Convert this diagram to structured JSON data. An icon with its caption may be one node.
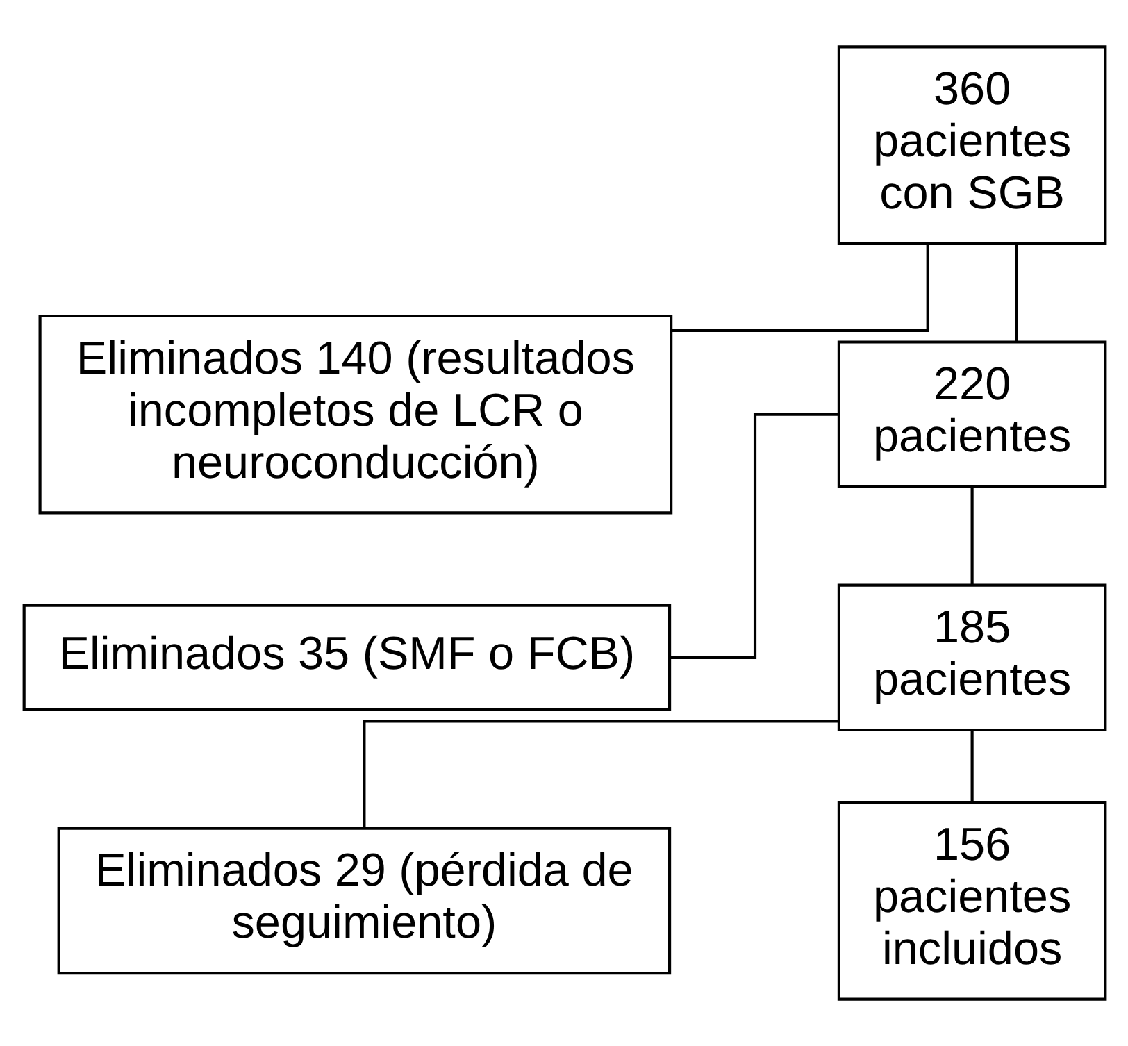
{
  "diagram": {
    "nodes": [
      {
        "text": [
          "360 pacientes con SGB"
        ]
      },
      {
        "text": [
          "Eliminados 140 (resultados incompletos de LCR o neuroconducción)"
        ]
      },
      {
        "text": [
          "220 pacientes"
        ]
      },
      {
        "text": [
          "Eliminados 35 (SMF o FCB)"
        ]
      },
      {
        "text": [
          "185 pacientes"
        ]
      },
      {
        "text": [
          "Eliminados 29 (pérdida de seguimiento)"
        ]
      },
      {
        "text": [
          "156 pacientes incluidos"
        ]
      }
    ],
    "edges": [
      {
        "from": 0,
        "to": 2,
        "arrow": "none"
      },
      {
        "from": 0,
        "to": 1,
        "arrow": "none"
      },
      {
        "from": 2,
        "to": 4,
        "arrow": "none"
      },
      {
        "from": 2,
        "to": 3,
        "arrow": "none"
      },
      {
        "from": 4,
        "to": 6,
        "arrow": "none"
      },
      {
        "from": 4,
        "to": 5,
        "arrow": "none"
      }
    ]
  }
}
